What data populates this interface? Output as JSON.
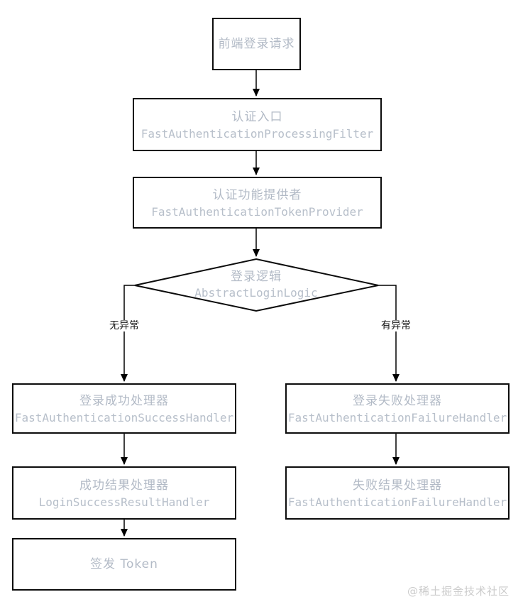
{
  "diagram": {
    "nodes": {
      "frontend": {
        "title": "前端登录请求"
      },
      "entry": {
        "title": "认证入口",
        "subtitle": "FastAuthenticationProcessingFilter"
      },
      "provider": {
        "title": "认证功能提供者",
        "subtitle": "FastAuthenticationTokenProvider"
      },
      "login_logic": {
        "title": "登录逻辑",
        "subtitle": "AbstractLoginLogic"
      },
      "success_handler": {
        "title": "登录成功处理器",
        "subtitle": "FastAuthenticationSuccessHandler"
      },
      "success_result": {
        "title": "成功结果处理器",
        "subtitle": "LoginSuccessResultHandler"
      },
      "issue_token": {
        "title": "签发 Token"
      },
      "failure_handler": {
        "title": "登录失败处理器",
        "subtitle": "FastAuthenticationFailureHandler"
      },
      "failure_result": {
        "title": "失败结果处理器",
        "subtitle": "FastAuthenticationFailureHandler"
      }
    },
    "branch_labels": {
      "no_exception": "无异常",
      "has_exception": "有异常"
    },
    "watermark": "@稀土掘金技术社区",
    "colors": {
      "background": "#ffffff",
      "node_border": "#0c0c0c",
      "node_text": "#b2bac6",
      "edge": "#000000",
      "branch_label_text": "#161616",
      "watermark_text": "#cccccc"
    }
  }
}
